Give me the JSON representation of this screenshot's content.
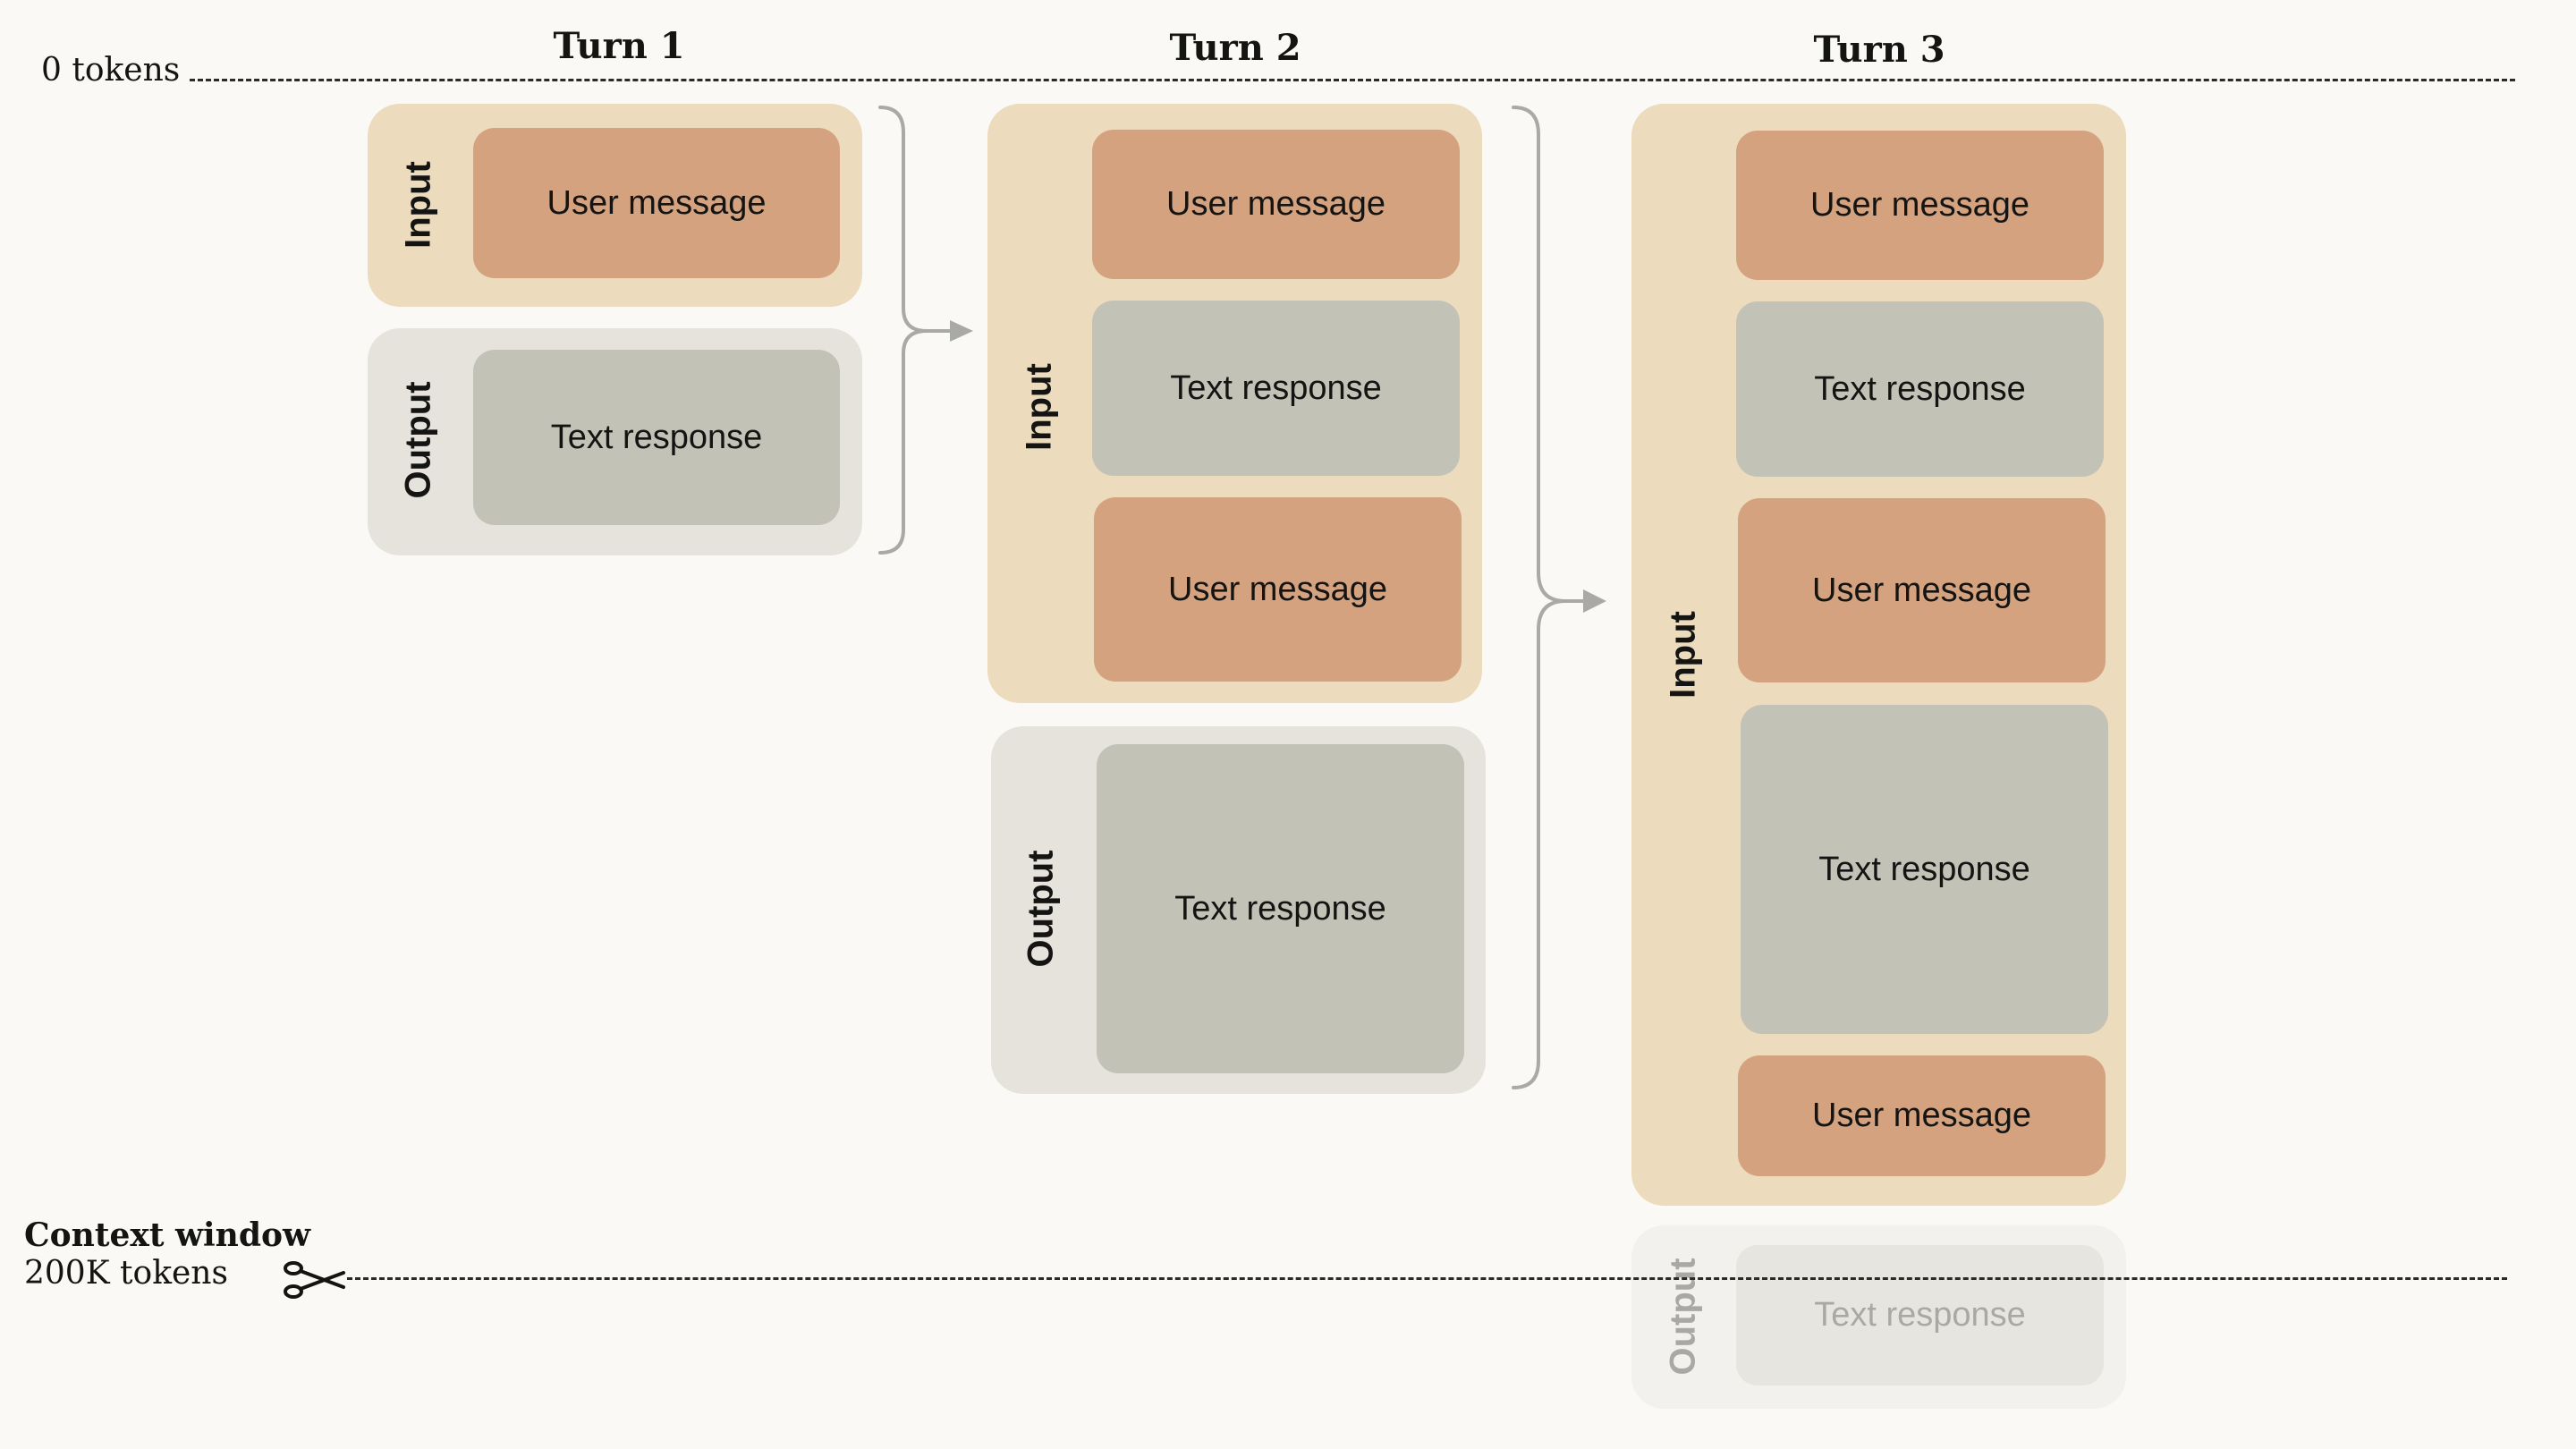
{
  "title_top_label": "0 tokens",
  "turns": [
    {
      "title": "Turn 1",
      "input_label": "Input",
      "output_label": "Output",
      "input_items": [
        "User message"
      ],
      "output_items": [
        "Text response"
      ]
    },
    {
      "title": "Turn 2",
      "input_label": "Input",
      "output_label": "Output",
      "input_items": [
        "User message",
        "Text response",
        "User message"
      ],
      "output_items": [
        "Text response"
      ]
    },
    {
      "title": "Turn 3",
      "input_label": "Input",
      "output_label": "Output",
      "input_items": [
        "User message",
        "Text response",
        "User message",
        "Text response",
        "User message"
      ],
      "output_items": [
        "Text response"
      ]
    }
  ],
  "context_window": {
    "title": "Context window",
    "size": "200K tokens",
    "cut_icon": "scissors-icon"
  },
  "colors": {
    "background": "#faf9f6",
    "input_group": "#ecdbbd",
    "output_group": "#e6e3dd",
    "user_message": "#d4a27f",
    "text_response": "#c3c2b7",
    "connector": "#a9a9a6"
  }
}
